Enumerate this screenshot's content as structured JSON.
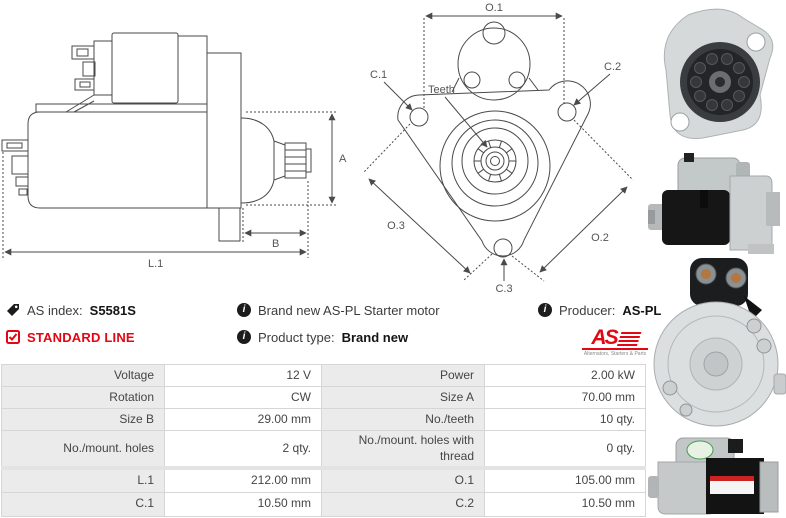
{
  "colors": {
    "accent_red": "#e30613",
    "drawing_line": "#4a4a4a",
    "table_label_bg": "#ebebeb",
    "table_border": "#d6d6d6",
    "info_icon_bg": "#1c1c1c"
  },
  "info": {
    "as_index_label": "AS index:",
    "as_index_value": "S5581S",
    "standard_line_label": "STANDARD LINE",
    "brand_new_text": "Brand new AS-PL Starter motor",
    "product_type_label": "Product type:",
    "product_type_value": "Brand new",
    "producer_label": "Producer:",
    "producer_value": "AS-PL",
    "info_icon_glyph": "i",
    "logo": {
      "text": "AS",
      "tagline": "Alternators, Starters & Parts"
    }
  },
  "diagrams": {
    "side_view": {
      "dim_a": "A",
      "dim_b": "B",
      "dim_l1": "L.1"
    },
    "front_view": {
      "dim_o1": "O.1",
      "dim_o2": "O.2",
      "dim_o3": "O.3",
      "dim_c1": "C.1",
      "dim_c2": "C.2",
      "dim_c3": "C.3",
      "teeth_label": "Teeth"
    }
  },
  "table": {
    "rows": [
      {
        "l1": "Voltage",
        "v1": "12 V",
        "l2": "Power",
        "v2": "2.00 kW"
      },
      {
        "l1": "Rotation",
        "v1": "CW",
        "l2": "Size A",
        "v2": "70.00 mm"
      },
      {
        "l1": "Size B",
        "v1": "29.00 mm",
        "l2": "No./teeth",
        "v2": "10 qty."
      },
      {
        "l1": "No./mount. holes",
        "v1": "2 qty.",
        "l2": "No./mount. holes with thread",
        "v2": "0 qty."
      },
      {
        "l1": "L.1",
        "v1": "212.00 mm",
        "l2": "O.1",
        "v2": "105.00 mm"
      },
      {
        "l1": "C.1",
        "v1": "10.50 mm",
        "l2": "C.2",
        "v2": "10.50 mm"
      }
    ]
  }
}
